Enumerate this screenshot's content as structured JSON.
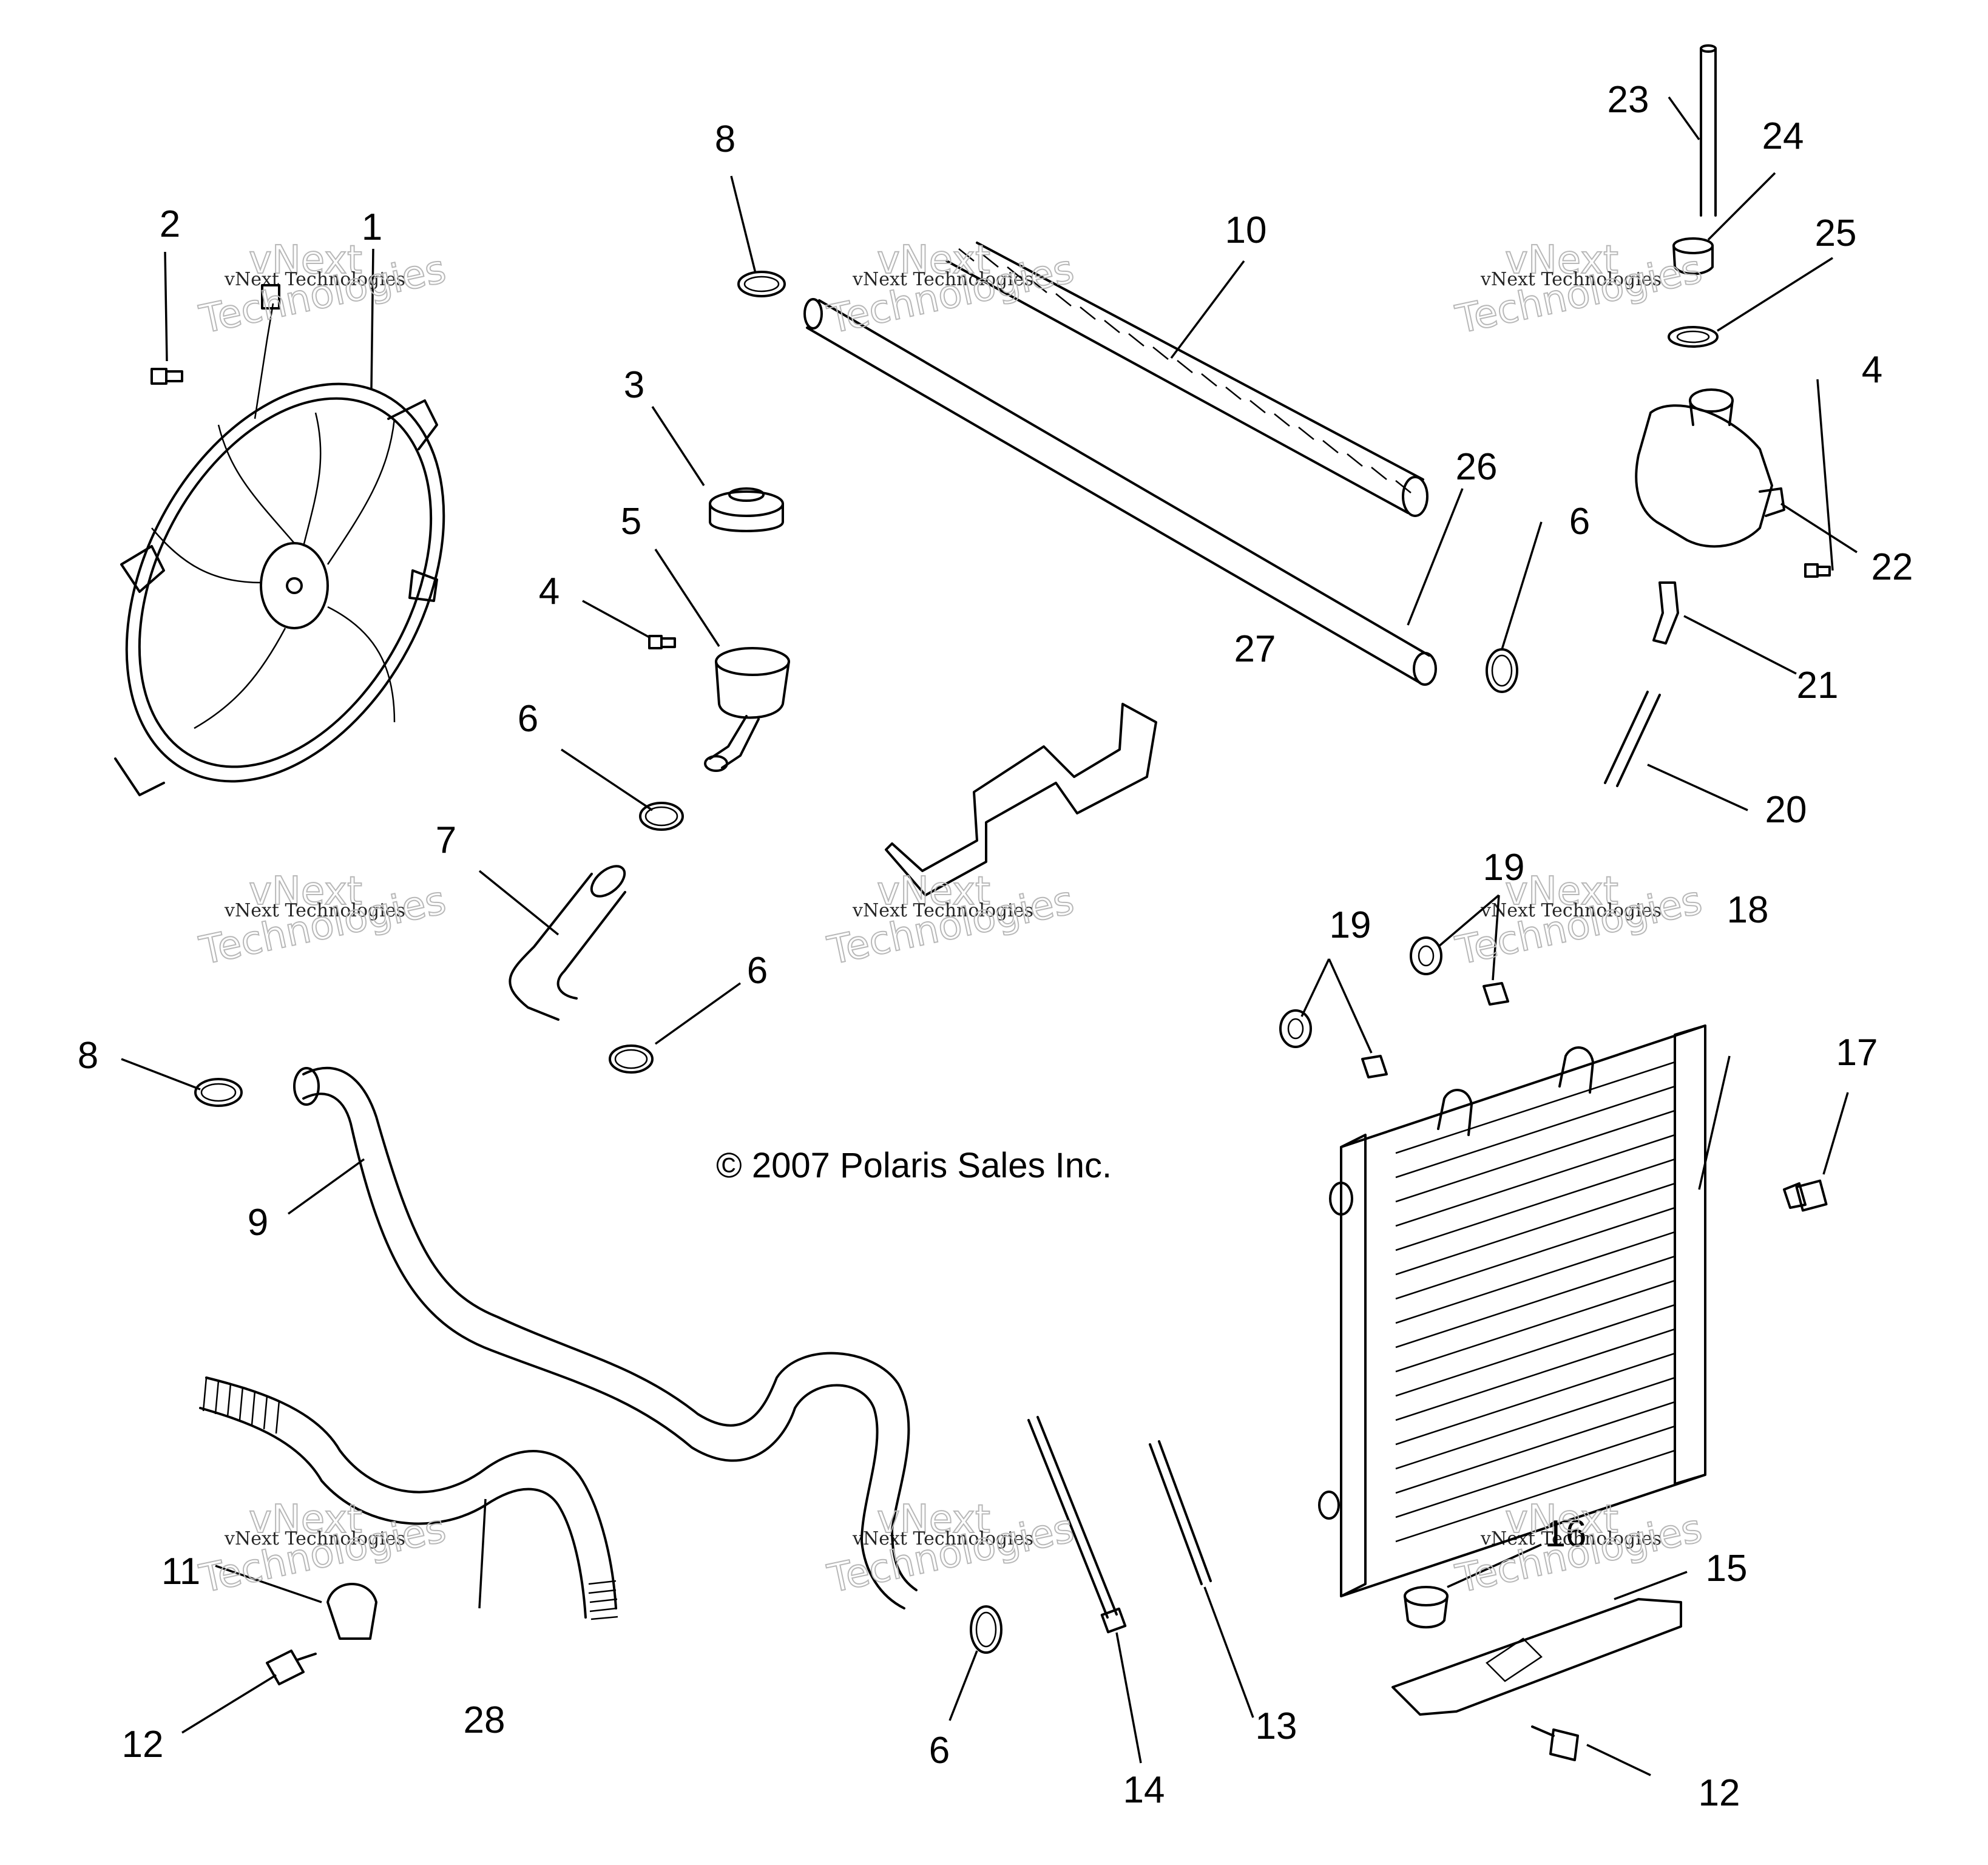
{
  "copyright": "© 2007 Polaris Sales Inc.",
  "watermark": {
    "line1": "vNext Technologies",
    "line2": "vNext",
    "line3": "Technologies"
  },
  "callouts": [
    "1",
    "2",
    "3",
    "4",
    "4",
    "5",
    "6",
    "6",
    "6",
    "6",
    "7",
    "8",
    "8",
    "9",
    "10",
    "11",
    "12",
    "12",
    "13",
    "14",
    "15",
    "16",
    "17",
    "18",
    "19",
    "19",
    "20",
    "21",
    "22",
    "23",
    "24",
    "25",
    "26",
    "27",
    "28"
  ]
}
